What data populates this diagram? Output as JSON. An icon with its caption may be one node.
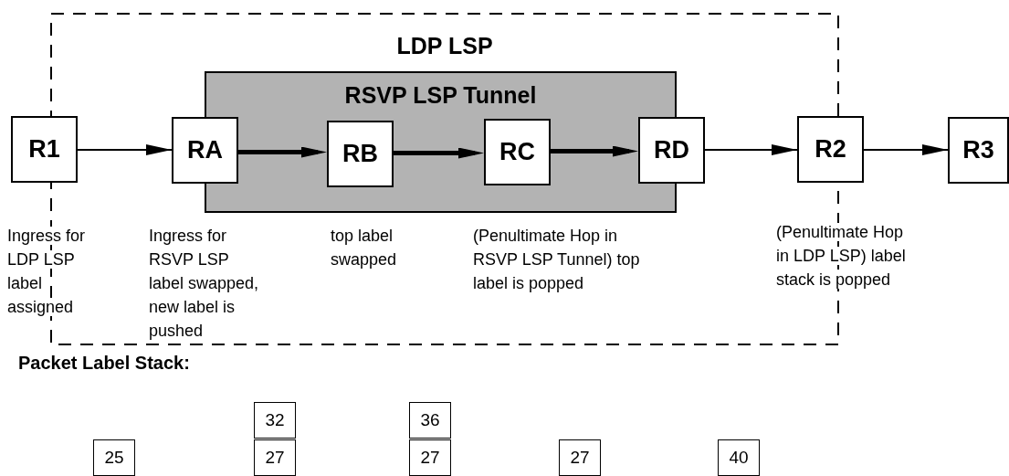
{
  "diagram": {
    "nodes": [
      {
        "text": [
          "LDP LSP"
        ]
      },
      {
        "text": [
          "RSVP LSP Tunnel"
        ],
        "in": 0
      },
      {
        "text": [
          "R1"
        ],
        "beside": [
          "Ingress for LDP LSP label assigned"
        ]
      },
      {
        "text": [
          "RA"
        ],
        "in": 0,
        "beside": [
          "Ingress for RSVP LSP label swapped, new label is pushed"
        ]
      },
      {
        "text": [
          "RB"
        ],
        "in": 1,
        "beside": [
          "top label swapped"
        ]
      },
      {
        "text": [
          "RC"
        ],
        "in": 1,
        "beside": [
          "(Penultimate Hop in RSVP LSP Tunnel) top label is popped"
        ]
      },
      {
        "text": [
          "RD"
        ],
        "in": 0
      },
      {
        "text": [
          "R2"
        ],
        "beside": [
          "(Penultimate Hop in LDP LSP) label stack is popped"
        ]
      },
      {
        "text": [
          "R3"
        ]
      }
    ],
    "edges": [
      {
        "from": 2,
        "to": 3,
        "arrow": "to"
      },
      {
        "from": 3,
        "to": 4,
        "arrow": "to",
        "style": "thick"
      },
      {
        "from": 4,
        "to": 5,
        "arrow": "to",
        "style": "thick"
      },
      {
        "from": 5,
        "to": 6,
        "arrow": "to",
        "style": "thick"
      },
      {
        "from": 6,
        "to": 7,
        "arrow": "to"
      },
      {
        "from": 7,
        "to": 8,
        "arrow": "to"
      }
    ],
    "labels": [
      "Packet Label Stack:",
      "32",
      "36",
      "25",
      "27",
      "27",
      "27",
      "40"
    ]
  }
}
